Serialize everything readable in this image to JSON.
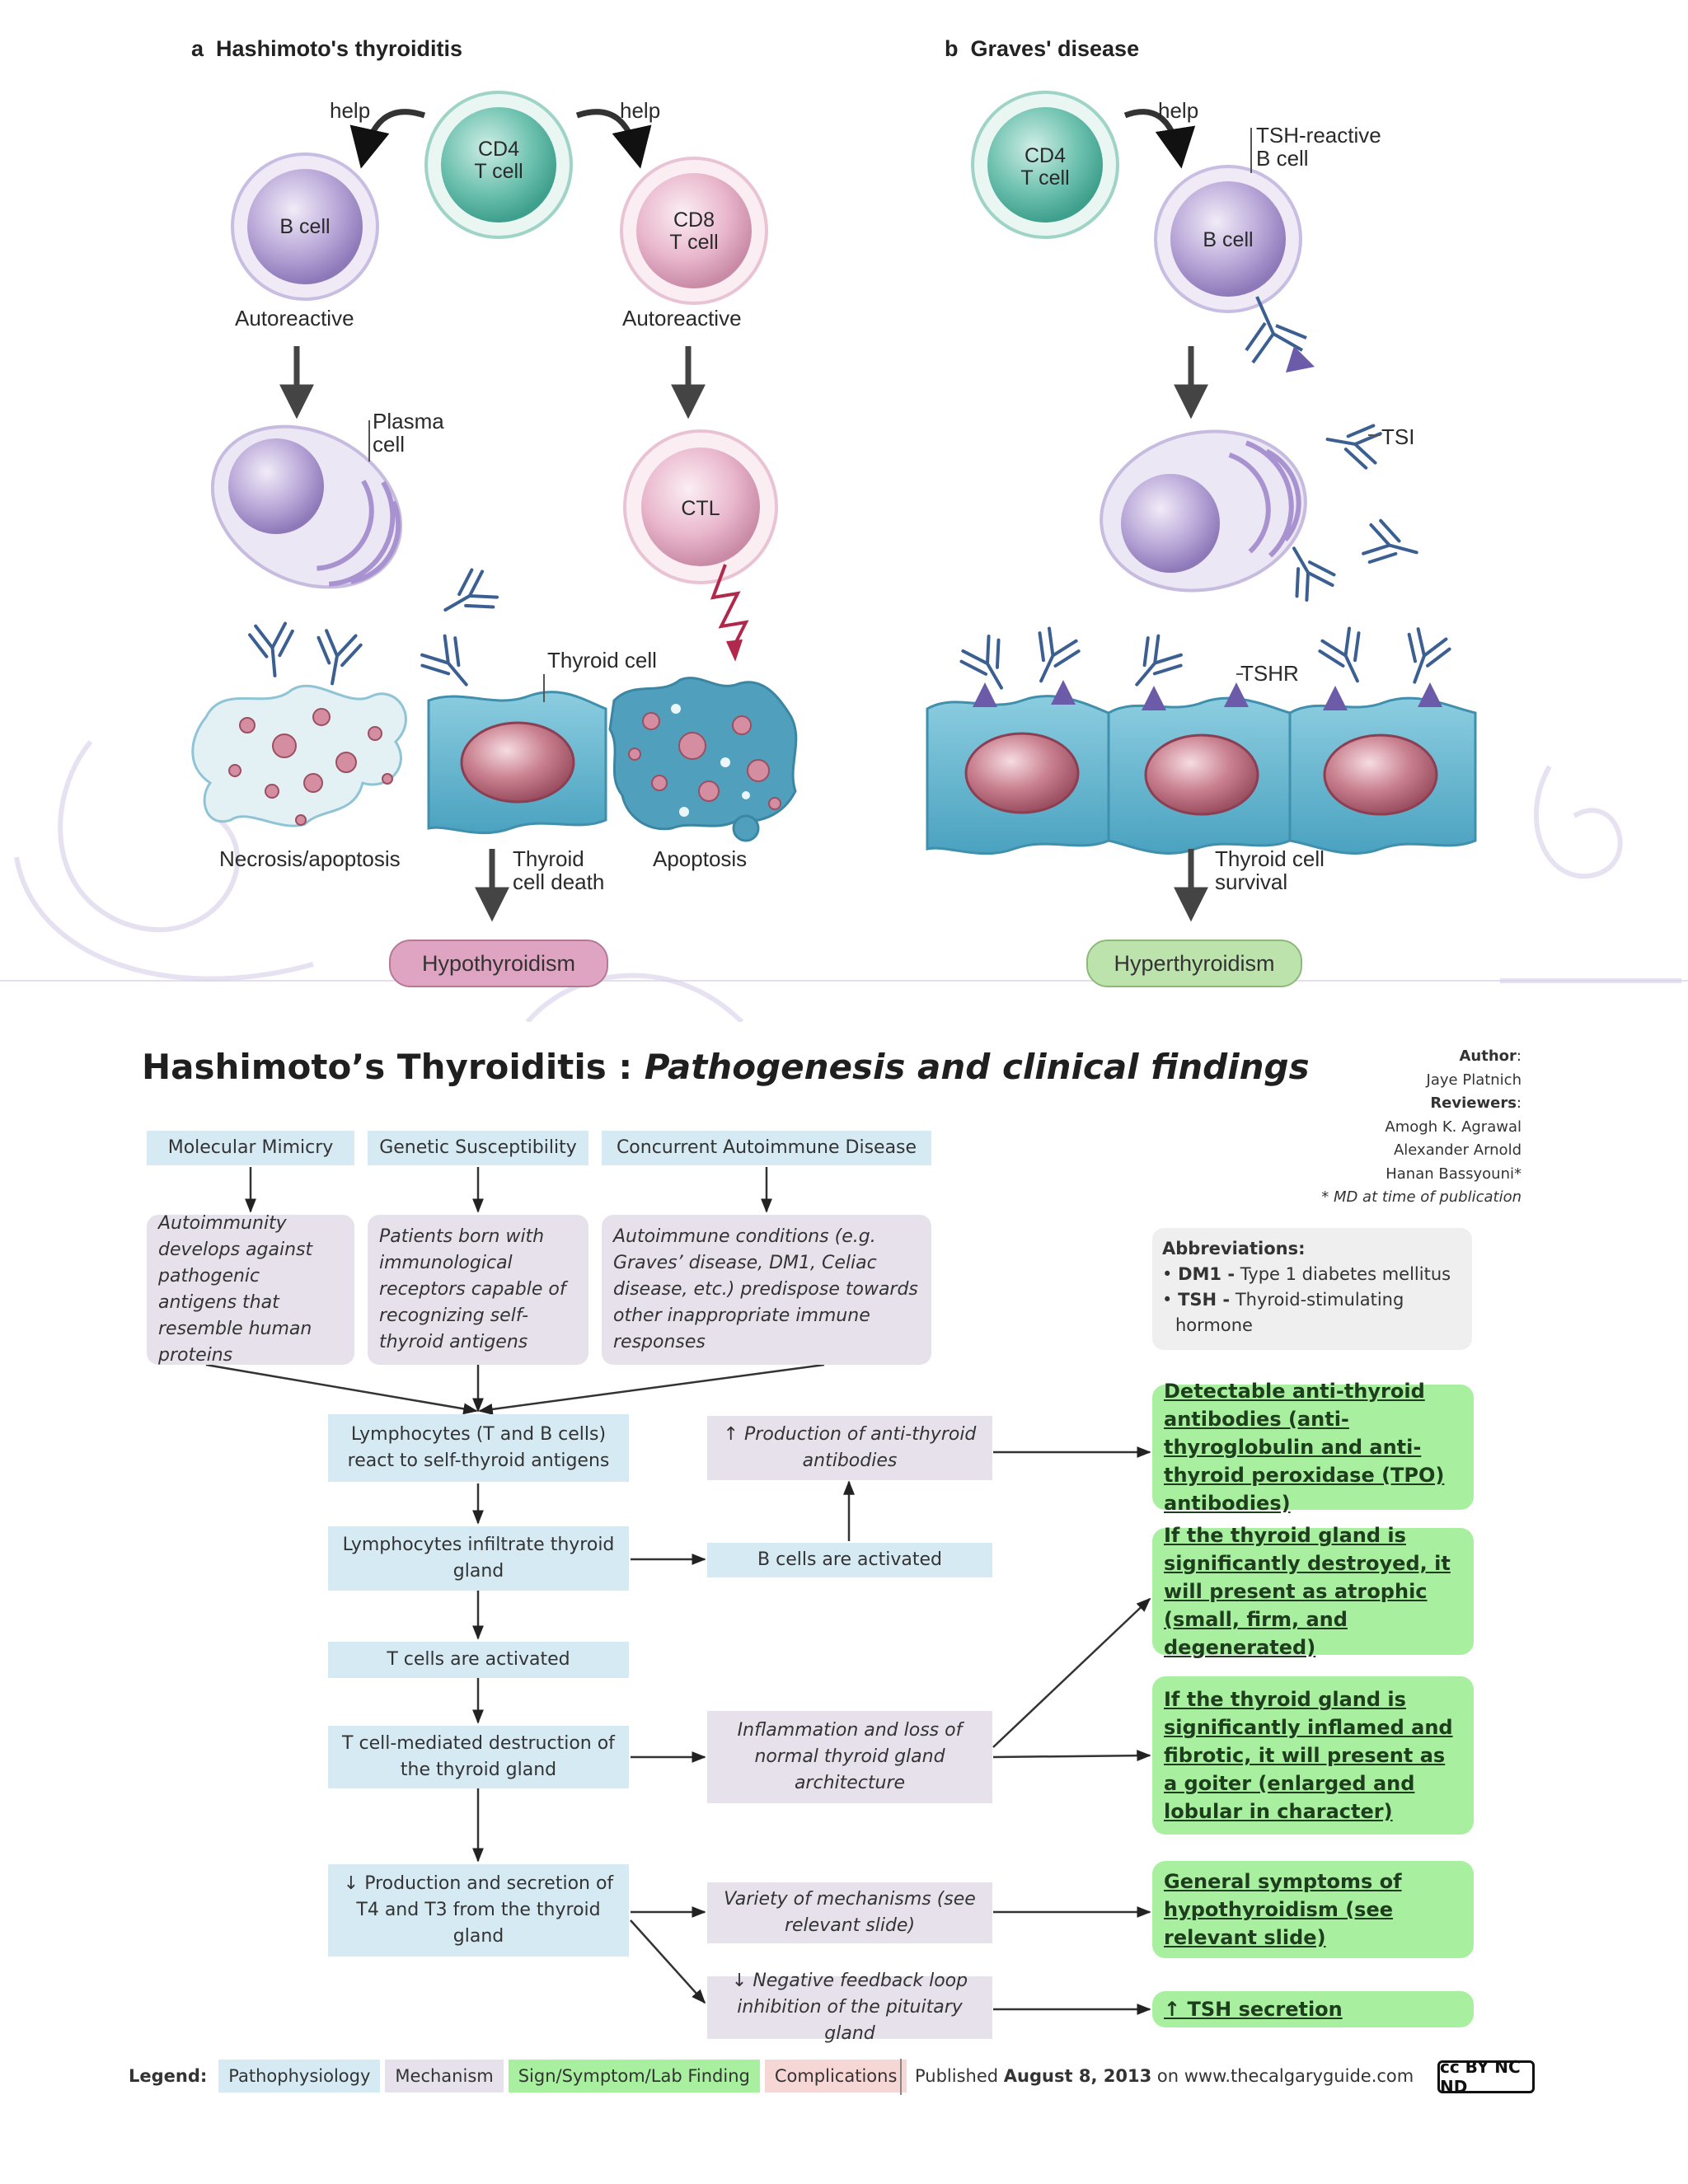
{
  "figure_top": {
    "panel_a": {
      "label": "a",
      "title": "Hashimoto's thyroiditis",
      "cd4": [
        "CD4",
        "T cell"
      ],
      "help_left": "help",
      "help_right": "help",
      "bcell": "B cell",
      "cd8": [
        "CD8",
        "T cell"
      ],
      "autoreactive_left": "Autoreactive",
      "autoreactive_right": "Autoreactive",
      "plasma": [
        "Plasma",
        "cell"
      ],
      "ctl": "CTL",
      "thyroid_cell": "Thyroid cell",
      "necrosis": "Necrosis/apoptosis",
      "apoptosis": "Apoptosis",
      "thyroid_death": [
        "Thyroid",
        "cell death"
      ],
      "outcome": "Hypothyroidism"
    },
    "panel_b": {
      "label": "b",
      "title": "Graves' disease",
      "cd4": [
        "CD4",
        "T cell"
      ],
      "help": "help",
      "tsh_reactive": [
        "TSH-reactive",
        "B cell"
      ],
      "bcell": "B cell",
      "tsi": "TSI",
      "tshr": "TSHR",
      "thyroid_survival": [
        "Thyroid cell",
        "survival"
      ],
      "outcome": "Hyperthyroidism"
    }
  },
  "guide": {
    "title_main": "Hashimoto’s Thyroiditis :",
    "title_sub": "Pathogenesis and clinical findings",
    "credits": {
      "author_label": "Author",
      "author": "Jaye Platnich",
      "reviewers_label": "Reviewers",
      "reviewers": [
        "Amogh K. Agrawal",
        "Alexander Arnold",
        "Hanan Bassyouni*"
      ],
      "note": "* MD at time of publication"
    },
    "causes": [
      {
        "label": "Molecular Mimicry",
        "detail": "Autoimmunity develops against pathogenic antigens that resemble human proteins"
      },
      {
        "label": "Genetic Susceptibility",
        "detail": "Patients born with immunological receptors capable of recognizing self-thyroid antigens"
      },
      {
        "label": "Concurrent Autoimmune Disease",
        "detail": "Autoimmune conditions (e.g. Graves’ disease, DM1, Celiac disease, etc.) predispose towards other inappropriate immune responses"
      }
    ],
    "abbreviations": {
      "heading": "Abbreviations:",
      "items": [
        {
          "abbr": "DM1 -",
          "text": "Type 1 diabetes mellitus"
        },
        {
          "abbr": "TSH -",
          "text": "Thyroid-stimulating hormone"
        }
      ]
    },
    "pathway": {
      "lymphocytes_react": "Lymphocytes (T and B cells) react to self-thyroid antigens",
      "lymphocytes_infiltrate": "Lymphocytes infiltrate thyroid gland",
      "t_activated": "T cells are activated",
      "t_destruction": "T cell-mediated destruction of the thyroid gland",
      "production_decrease": "↓ Production and secretion of T4 and T3 from the thyroid gland"
    },
    "mechanisms": {
      "antibody_production": "↑ Production of anti-thyroid antibodies",
      "b_activated": "B cells are activated",
      "inflammation": "Inflammation and loss of normal thyroid gland architecture",
      "variety": "Variety of mechanisms (see relevant slide)",
      "feedback": "↓ Negative feedback loop inhibition of the pituitary gland"
    },
    "findings": {
      "antibodies": "Detectable anti-thyroid antibodies (anti-thyroglobulin and anti-thyroid peroxidase (TPO) antibodies)",
      "atrophic": "If the thyroid gland is significantly destroyed, it will present as atrophic (small, firm, and degenerated)",
      "goiter": "If the thyroid gland is significantly inflamed and fibrotic, it will present as a goiter (enlarged and lobular in character)",
      "general": "General symptoms of hypothyroidism (see relevant slide)",
      "tsh": "↑ TSH secretion"
    },
    "legend": {
      "label": "Legend:",
      "items": [
        "Pathophysiology",
        "Mechanism",
        "Sign/Symptom/Lab Finding",
        "Complications"
      ]
    },
    "published": {
      "prefix": "Published",
      "date": "August 8, 2013",
      "middle": "on",
      "site": "www.thecalgaryguide.com"
    },
    "license": "cc BY NC ND"
  },
  "colors": {
    "pathophysiology": "#d6eaf4",
    "mechanism": "#e7e1ec",
    "finding": "#a8f0a0",
    "complication": "#f7d6d6",
    "cd4": "#4fb3a0",
    "bcell": "#b7a4d6",
    "cd8": "#e6a9c4",
    "thyroid": "#5fb6d1",
    "hypo_pill": "#e0a4c3",
    "hyper_pill": "#bde3ad"
  }
}
